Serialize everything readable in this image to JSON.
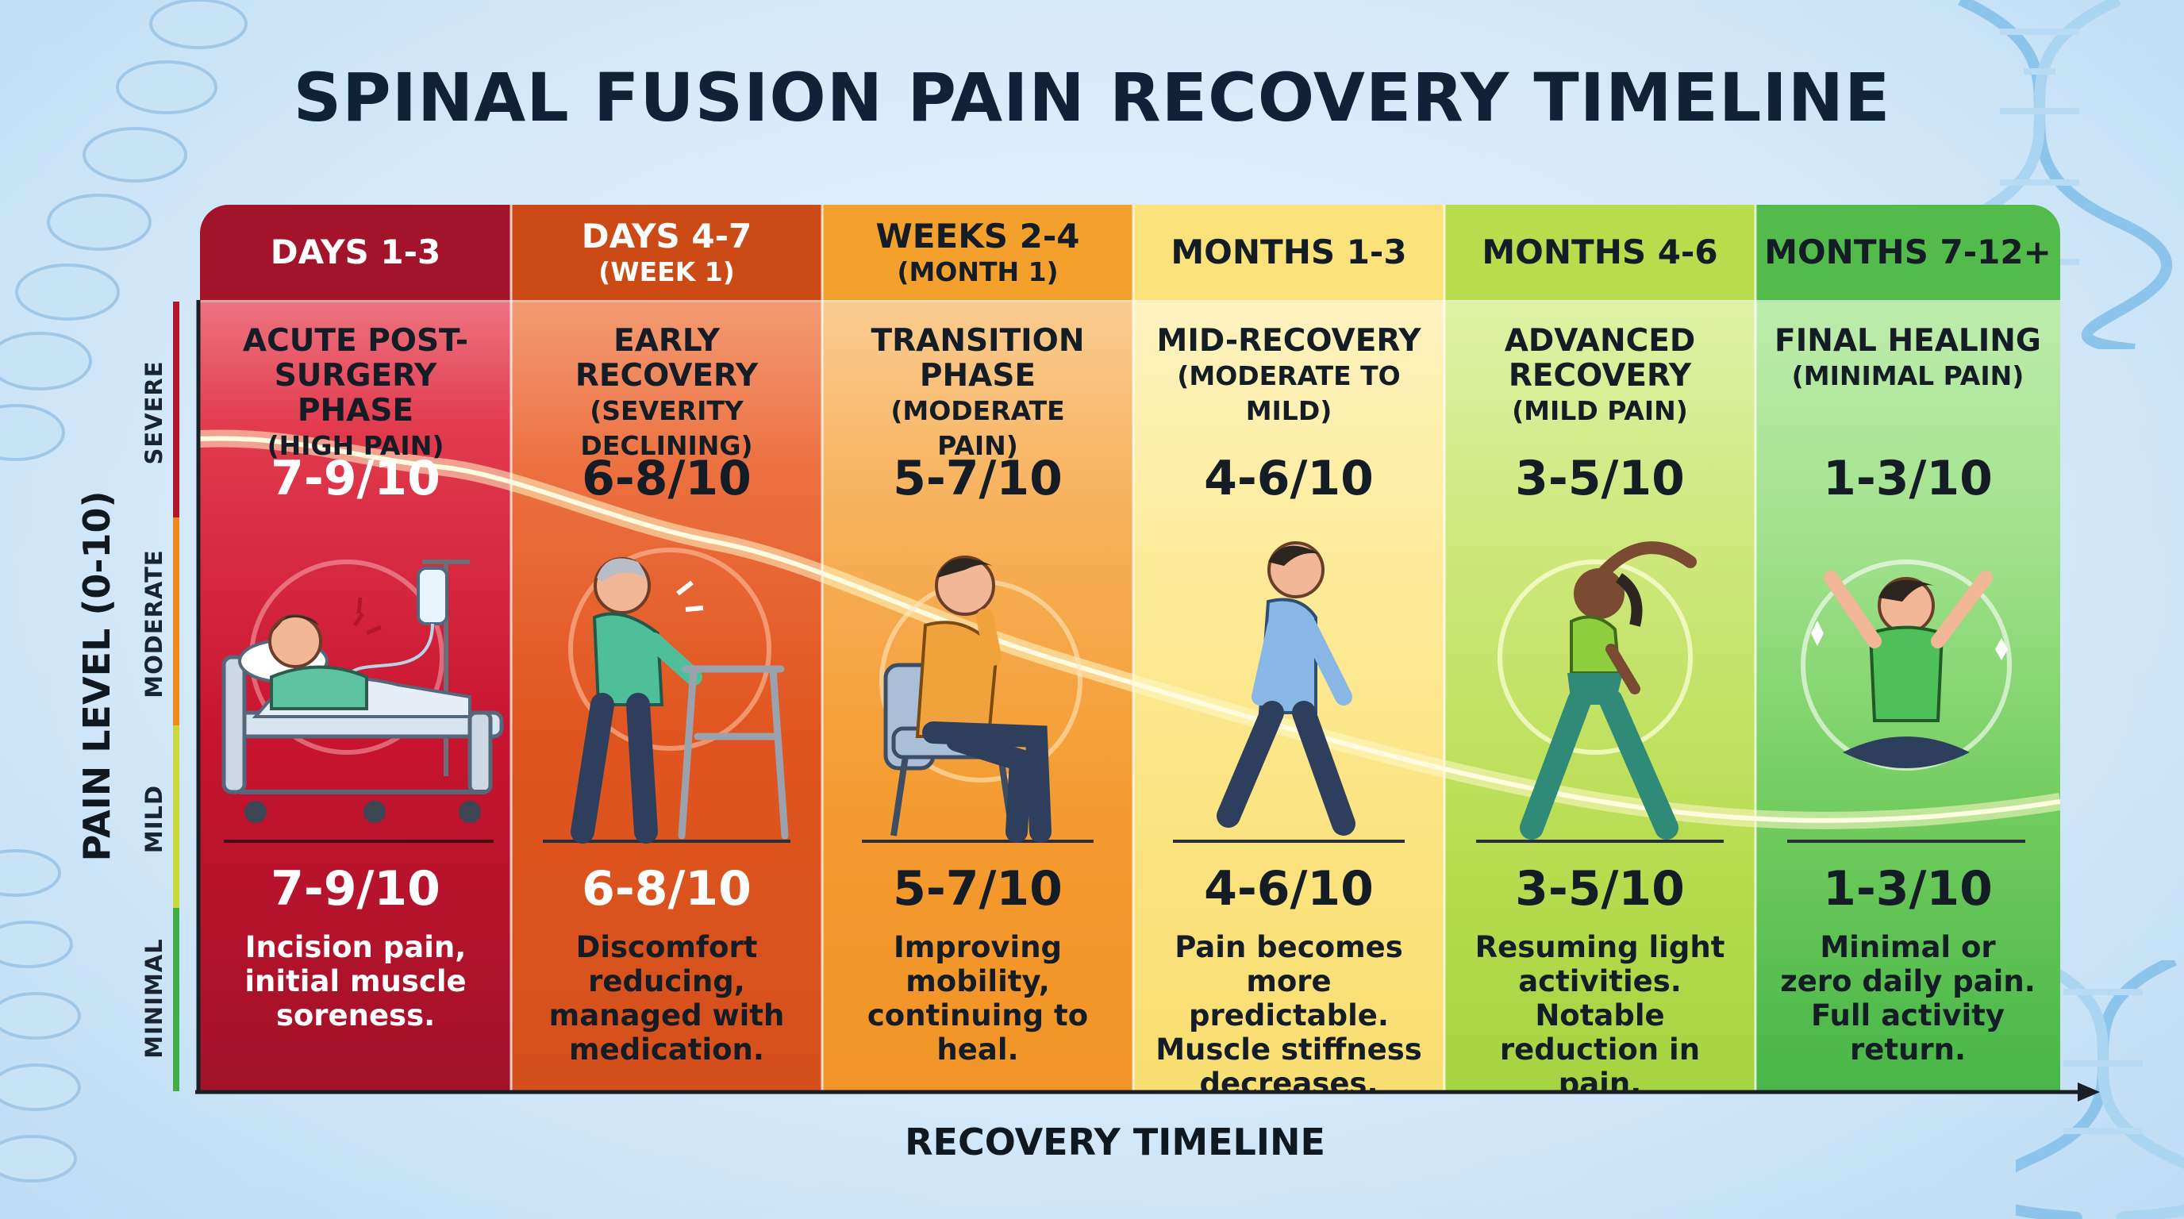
{
  "title": "SPINAL FUSION PAIN RECOVERY TIMELINE",
  "y_axis": {
    "label": "PAIN LEVEL (0-10)",
    "levels": [
      "SEVERE",
      "MODERATE",
      "MILD",
      "MINIMAL"
    ],
    "level_colors": [
      "#b3162b",
      "#f08a1e",
      "#c9d93a",
      "#3fae49"
    ]
  },
  "x_axis": {
    "label": "RECOVERY TIMELINE"
  },
  "columns": [
    {
      "period": "DAYS 1-3",
      "period_sub": "",
      "phase": "ACUTE POST-SURGERY PHASE",
      "phase_sub": "(HIGH PAIN)",
      "pain": "7-9/10",
      "pain_repeat": "7-9/10",
      "description": "Incision pain, initial muscle soreness.",
      "header_color": "#a3142a",
      "header_text_color": "#ffffff",
      "illustration": "patient-in-hospital-bed"
    },
    {
      "period": "DAYS 4-7",
      "period_sub": "(WEEK 1)",
      "phase": "EARLY RECOVERY",
      "phase_sub": "(SEVERITY DECLINING)",
      "pain": "6-8/10",
      "pain_repeat": "6-8/10",
      "description": "Discomfort reducing, managed with medication.",
      "header_color": "#cc4a16",
      "header_text_color": "#ffffff",
      "illustration": "man-with-walker"
    },
    {
      "period": "WEEKS 2-4",
      "period_sub": "(MONTH 1)",
      "phase": "TRANSITION PHASE",
      "phase_sub": "(MODERATE PAIN)",
      "pain": "5-7/10",
      "pain_repeat": "5-7/10",
      "description": "Improving mobility, continuing to heal.",
      "header_color": "#f3a12c",
      "header_text_color": "#141c26",
      "illustration": "man-sitting-in-chair"
    },
    {
      "period": "MONTHS 1-3",
      "period_sub": "",
      "phase": "MID-RECOVERY",
      "phase_sub": "(MODERATE TO MILD)",
      "pain": "4-6/10",
      "pain_repeat": "4-6/10",
      "description": "Pain becomes more predictable. Muscle stiffness decreases.",
      "header_color": "#fbe27a",
      "header_text_color": "#141c26",
      "illustration": "man-walking"
    },
    {
      "period": "MONTHS 4-6",
      "period_sub": "",
      "phase": "ADVANCED RECOVERY",
      "phase_sub": "(MILD PAIN)",
      "pain": "3-5/10",
      "pain_repeat": "3-5/10",
      "description": "Resuming light activities. Notable reduction in pain.",
      "header_color": "#b9dc4c",
      "header_text_color": "#141c26",
      "illustration": "woman-stretching"
    },
    {
      "period": "MONTHS 7-12+",
      "period_sub": "",
      "phase": "FINAL HEALING",
      "phase_sub": "(MINIMAL PAIN)",
      "pain": "1-3/10",
      "pain_repeat": "1-3/10",
      "description": "Minimal or zero daily pain. Full activity return.",
      "header_color": "#53bb4c",
      "header_text_color": "#141c26",
      "illustration": "man-celebrating-cross-legged"
    }
  ]
}
